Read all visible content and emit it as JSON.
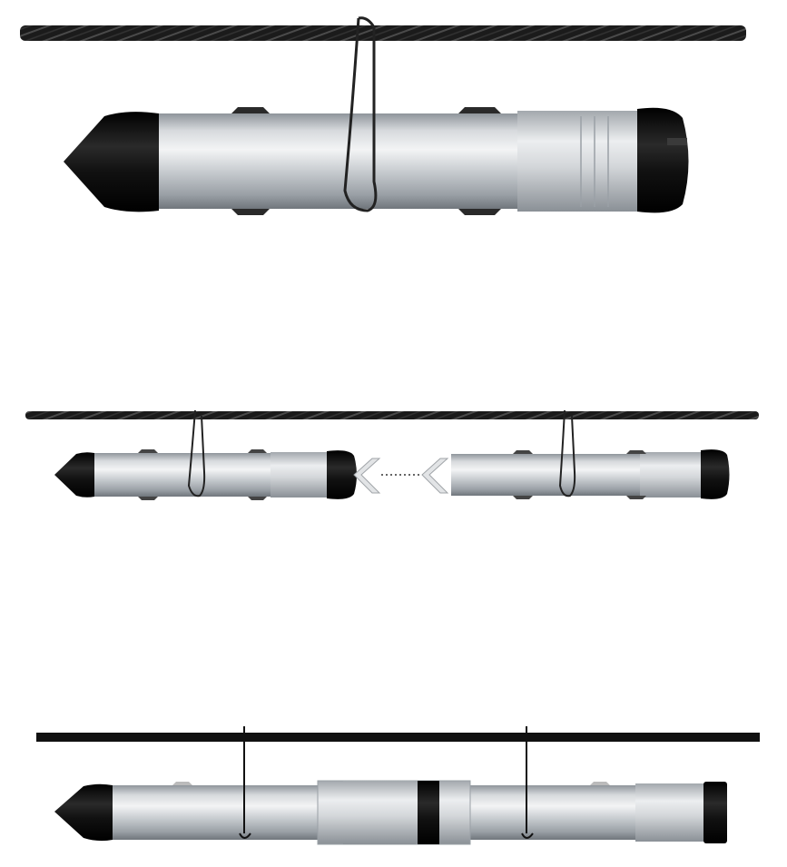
{
  "diagram": {
    "panels": [
      {
        "id": "single-rod-on-cable",
        "description_visible_text": "",
        "rods": 1
      },
      {
        "id": "two-rods-joining",
        "description_visible_text": "",
        "rods": 2,
        "connector_arrows": 2
      },
      {
        "id": "rods-joined",
        "description_visible_text": "",
        "rods": 2
      }
    ],
    "colors": {
      "cable": "#1a1a1a",
      "rod_body": "#c9cdd1",
      "rod_highlight": "#eef0f2",
      "rod_shadow": "#8f959b",
      "end_cap": "#0d0d0d",
      "background": "#ffffff"
    }
  }
}
